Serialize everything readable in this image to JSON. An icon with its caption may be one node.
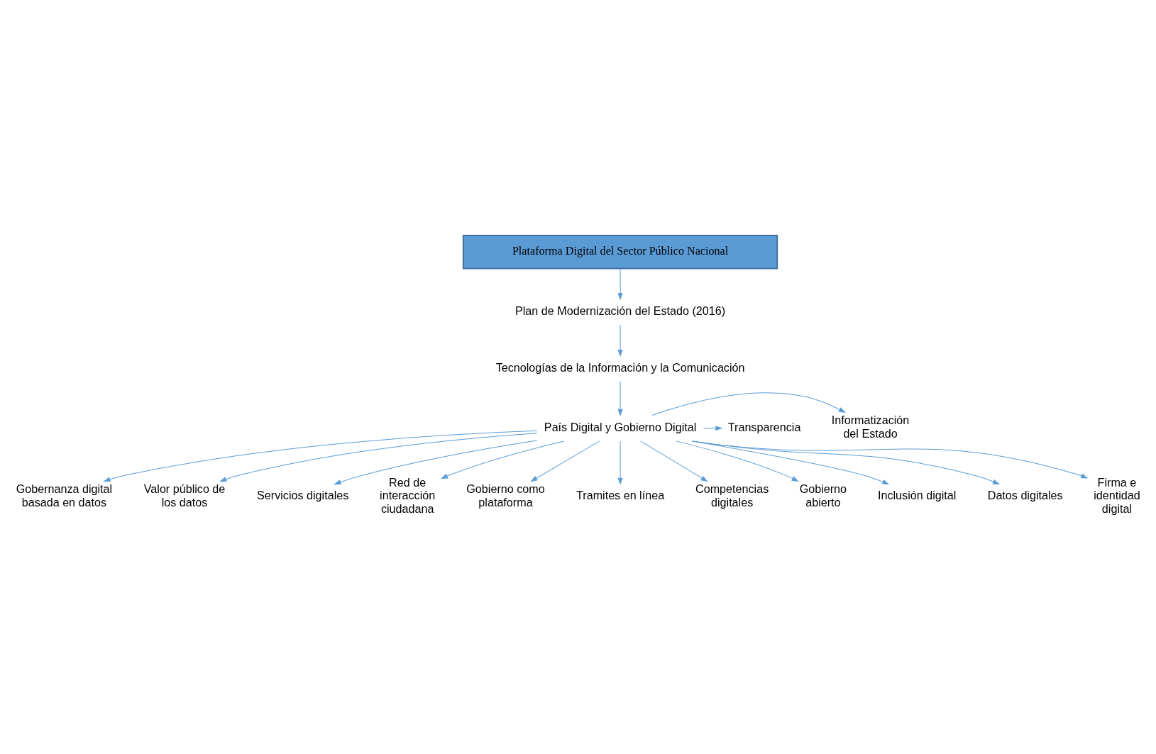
{
  "diagram": {
    "nodes": [
      {
        "text": [
          "Plataforma Digital del Sector Público Nacional"
        ]
      },
      {
        "text": [
          "Plan de Modernización del Estado (2016)"
        ]
      },
      {
        "text": [
          "Tecnologías de la Información y la Comunicación"
        ]
      },
      {
        "text": [
          "País Digital y Gobierno Digital"
        ]
      },
      {
        "text": [
          "Informatización del Estado"
        ]
      },
      {
        "text": [
          "Transparencia"
        ]
      },
      {
        "text": [
          "Gobernanza digital basada en datos"
        ]
      },
      {
        "text": [
          "Valor público de los datos"
        ]
      },
      {
        "text": [
          "Servicios digitales"
        ]
      },
      {
        "text": [
          "Red de interacción ciudadana"
        ]
      },
      {
        "text": [
          "Gobierno como plataforma"
        ]
      },
      {
        "text": [
          "Tramites en línea"
        ]
      },
      {
        "text": [
          "Competencias digitales"
        ]
      },
      {
        "text": [
          "Gobierno abierto"
        ]
      },
      {
        "text": [
          "Inclusión digital"
        ]
      },
      {
        "text": [
          "Datos digitales"
        ]
      },
      {
        "text": [
          "Firma e identidad digital"
        ]
      }
    ],
    "edges": [
      {
        "from": 0,
        "to": 1,
        "arrow": "to"
      },
      {
        "from": 1,
        "to": 2,
        "arrow": "to"
      },
      {
        "from": 2,
        "to": 3,
        "arrow": "to"
      },
      {
        "from": 3,
        "to": 4,
        "arrow": "to"
      },
      {
        "from": 3,
        "to": 5,
        "arrow": "to"
      },
      {
        "from": 3,
        "to": 6,
        "arrow": "to"
      },
      {
        "from": 3,
        "to": 7,
        "arrow": "to"
      },
      {
        "from": 3,
        "to": 8,
        "arrow": "to"
      },
      {
        "from": 3,
        "to": 9,
        "arrow": "to"
      },
      {
        "from": 3,
        "to": 10,
        "arrow": "to"
      },
      {
        "from": 3,
        "to": 11,
        "arrow": "to"
      },
      {
        "from": 3,
        "to": 12,
        "arrow": "to"
      },
      {
        "from": 3,
        "to": 13,
        "arrow": "to"
      },
      {
        "from": 3,
        "to": 14,
        "arrow": "to"
      },
      {
        "from": 3,
        "to": 15,
        "arrow": "to"
      },
      {
        "from": 3,
        "to": 16,
        "arrow": "to"
      }
    ]
  }
}
